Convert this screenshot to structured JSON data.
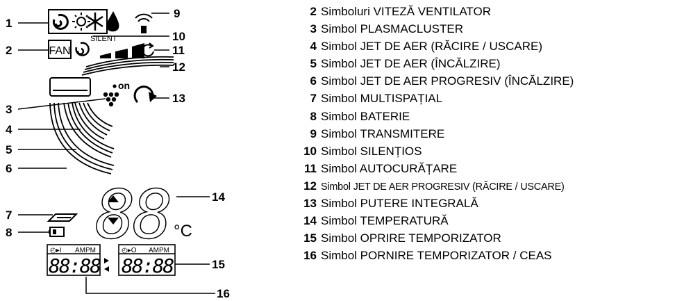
{
  "callouts": [
    "1",
    "2",
    "3",
    "4",
    "5",
    "6",
    "7",
    "8",
    "9",
    "10",
    "11",
    "12",
    "13",
    "14",
    "15",
    "16"
  ],
  "display": {
    "fan_label": "FAN",
    "silent_label": "SILENT",
    "on_label": "on",
    "temperature_digits": "88",
    "temperature_unit": "°C",
    "timer_off_ampm": "AMPM",
    "timer_on_ampm": "AMPM",
    "timer_left_digits": "88:88",
    "timer_right_digits": "88:88",
    "timer_left_indicator": "◴▸I",
    "timer_right_indicator": "◴▸O"
  },
  "legend": [
    {
      "num": "2",
      "label": "Simboluri VITEZĂ VENTILATOR"
    },
    {
      "num": "3",
      "label": "Simbol PLASMACLUSTER"
    },
    {
      "num": "4",
      "label": "Simbol JET DE AER (RĂCIRE / USCARE)"
    },
    {
      "num": "5",
      "label": "Simbol JET DE AER (ÎNCĂLZIRE)"
    },
    {
      "num": "6",
      "label": "Simbol JET DE AER PROGRESIV (ÎNCĂLZIRE)"
    },
    {
      "num": "7",
      "label": "Simbol MULTISPAȚIAL"
    },
    {
      "num": "8",
      "label": "Simbol BATERIE"
    },
    {
      "num": "9",
      "label": "Simbol TRANSMITERE"
    },
    {
      "num": "10",
      "label": "Simbol SILENȚIOS"
    },
    {
      "num": "11",
      "label": "Simbol AUTOCURĂȚARE"
    },
    {
      "num": "12",
      "label": "Simbol JET DE AER PROGRESIV (RĂCIRE / USCARE)",
      "small": true
    },
    {
      "num": "13",
      "label": "Simbol PUTERE INTEGRALĂ"
    },
    {
      "num": "14",
      "label": "Simbol TEMPERATURĂ"
    },
    {
      "num": "15",
      "label": "Simbol OPRIRE TEMPORIZATOR"
    },
    {
      "num": "16",
      "label": "Simbol PORNIRE TEMPORIZATOR / CEAS"
    }
  ]
}
